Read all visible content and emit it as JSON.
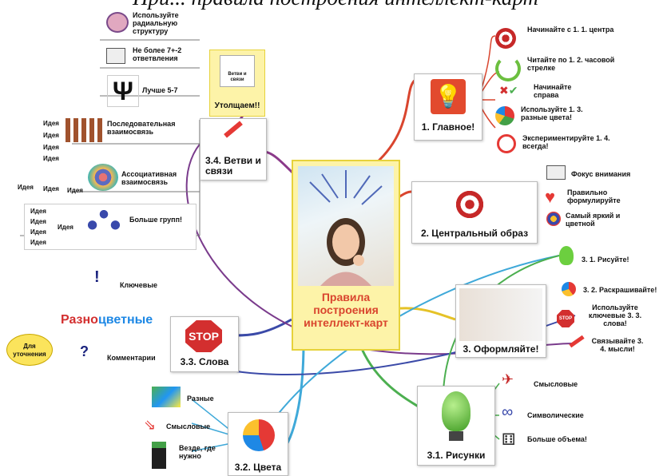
{
  "caption": "При... правила построения интеллект-карт",
  "center": {
    "title": "Правила построения интеллект-карт"
  },
  "branches": {
    "main": {
      "title": "1. Главное!",
      "items": [
        "Начинайте с 1. 1. центра",
        "Читайте по 1. 2. часовой стрелке",
        "Начинайте справа",
        "Используйте 1. 3. разные цвета!",
        "Экспериментируйте 1. 4. всегда!"
      ]
    },
    "image": {
      "title": "2. Центральный образ",
      "items": [
        "Фокус внимания",
        "Правильно формулируйте",
        "Самый яркий и цветной"
      ]
    },
    "design": {
      "title": "3. Оформляйте!",
      "items": [
        "3. 1. Рисуйте!",
        "3. 2. Раскрашивайте!",
        "Используйте ключевые 3. 3. слова!",
        "Связывайте 3. 4. мысли!"
      ]
    },
    "pictures": {
      "title": "3.1. Рисунки",
      "items": [
        "Смысловые",
        "Символические",
        "Больше объема!"
      ]
    },
    "colors": {
      "title": "3.2. Цвета",
      "items": [
        "Разные",
        "Смысловые",
        "Везде, где нужно"
      ]
    },
    "words": {
      "title": "3.3. Слова",
      "items": [
        "Ключевые",
        "Разноцветные",
        "Комментарии"
      ],
      "stop": "STOP",
      "note": "Для уточнения",
      "multi_a": "Разно",
      "multi_b": "цветные"
    },
    "links": {
      "title": "3.4. Ветви и связи",
      "thick": "Утолщаем!!",
      "thick_img": "Ветви и связи",
      "items": [
        "Используйте радиальную структуру",
        "Не более 7+-2 ответвления",
        "Лучше 5-7",
        "Последовательная взаимосвязь",
        "Ассоциативная взаимосвязь",
        "Больше групп!"
      ],
      "psi": "Ψ",
      "idea": "Идея"
    }
  }
}
